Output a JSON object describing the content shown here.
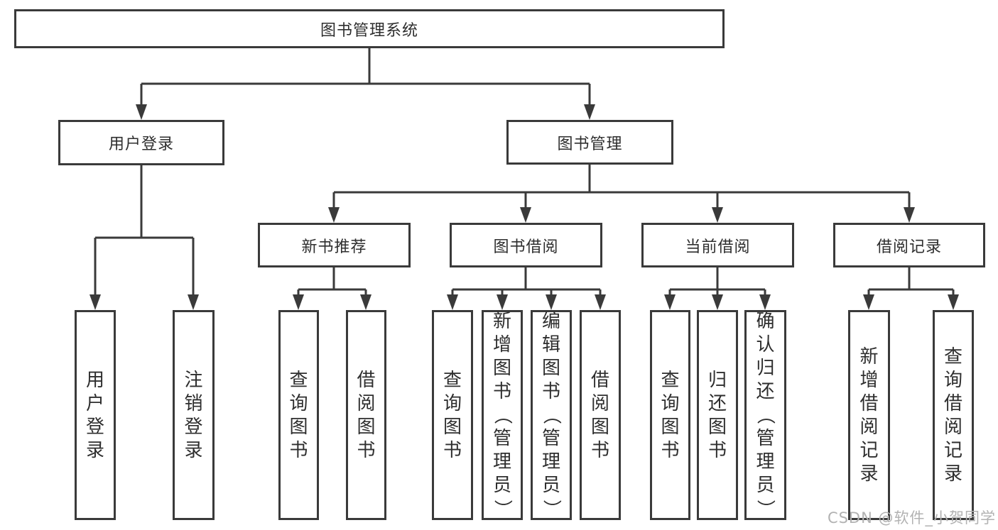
{
  "tree": {
    "label": "图书管理系统",
    "children": [
      {
        "label": "用户登录",
        "children": [
          {
            "label": "用户登录"
          },
          {
            "label": "注销登录"
          }
        ]
      },
      {
        "label": "图书管理",
        "children": [
          {
            "label": "新书推荐",
            "children": [
              {
                "label": "查询图书"
              },
              {
                "label": "借阅图书"
              }
            ]
          },
          {
            "label": "图书借阅",
            "children": [
              {
                "label": "查询图书"
              },
              {
                "label": "新增图书（管理员）"
              },
              {
                "label": "编辑图书（管理员）"
              },
              {
                "label": "借阅图书"
              }
            ]
          },
          {
            "label": "当前借阅",
            "children": [
              {
                "label": "查询图书"
              },
              {
                "label": "归还图书"
              },
              {
                "label": "确认归还（管理员）"
              }
            ]
          },
          {
            "label": "借阅记录",
            "children": [
              {
                "label": "新增借阅记录"
              },
              {
                "label": "查询借阅记录"
              }
            ]
          }
        ]
      }
    ]
  },
  "watermark": {
    "text": "CSDN @软件_小贺同学"
  },
  "colors": {
    "line": "#3a3a3a",
    "box_border": "#3a3a3a",
    "text": "#2e2e2e",
    "watermark": "#b2b2b2",
    "background": "#ffffff"
  }
}
